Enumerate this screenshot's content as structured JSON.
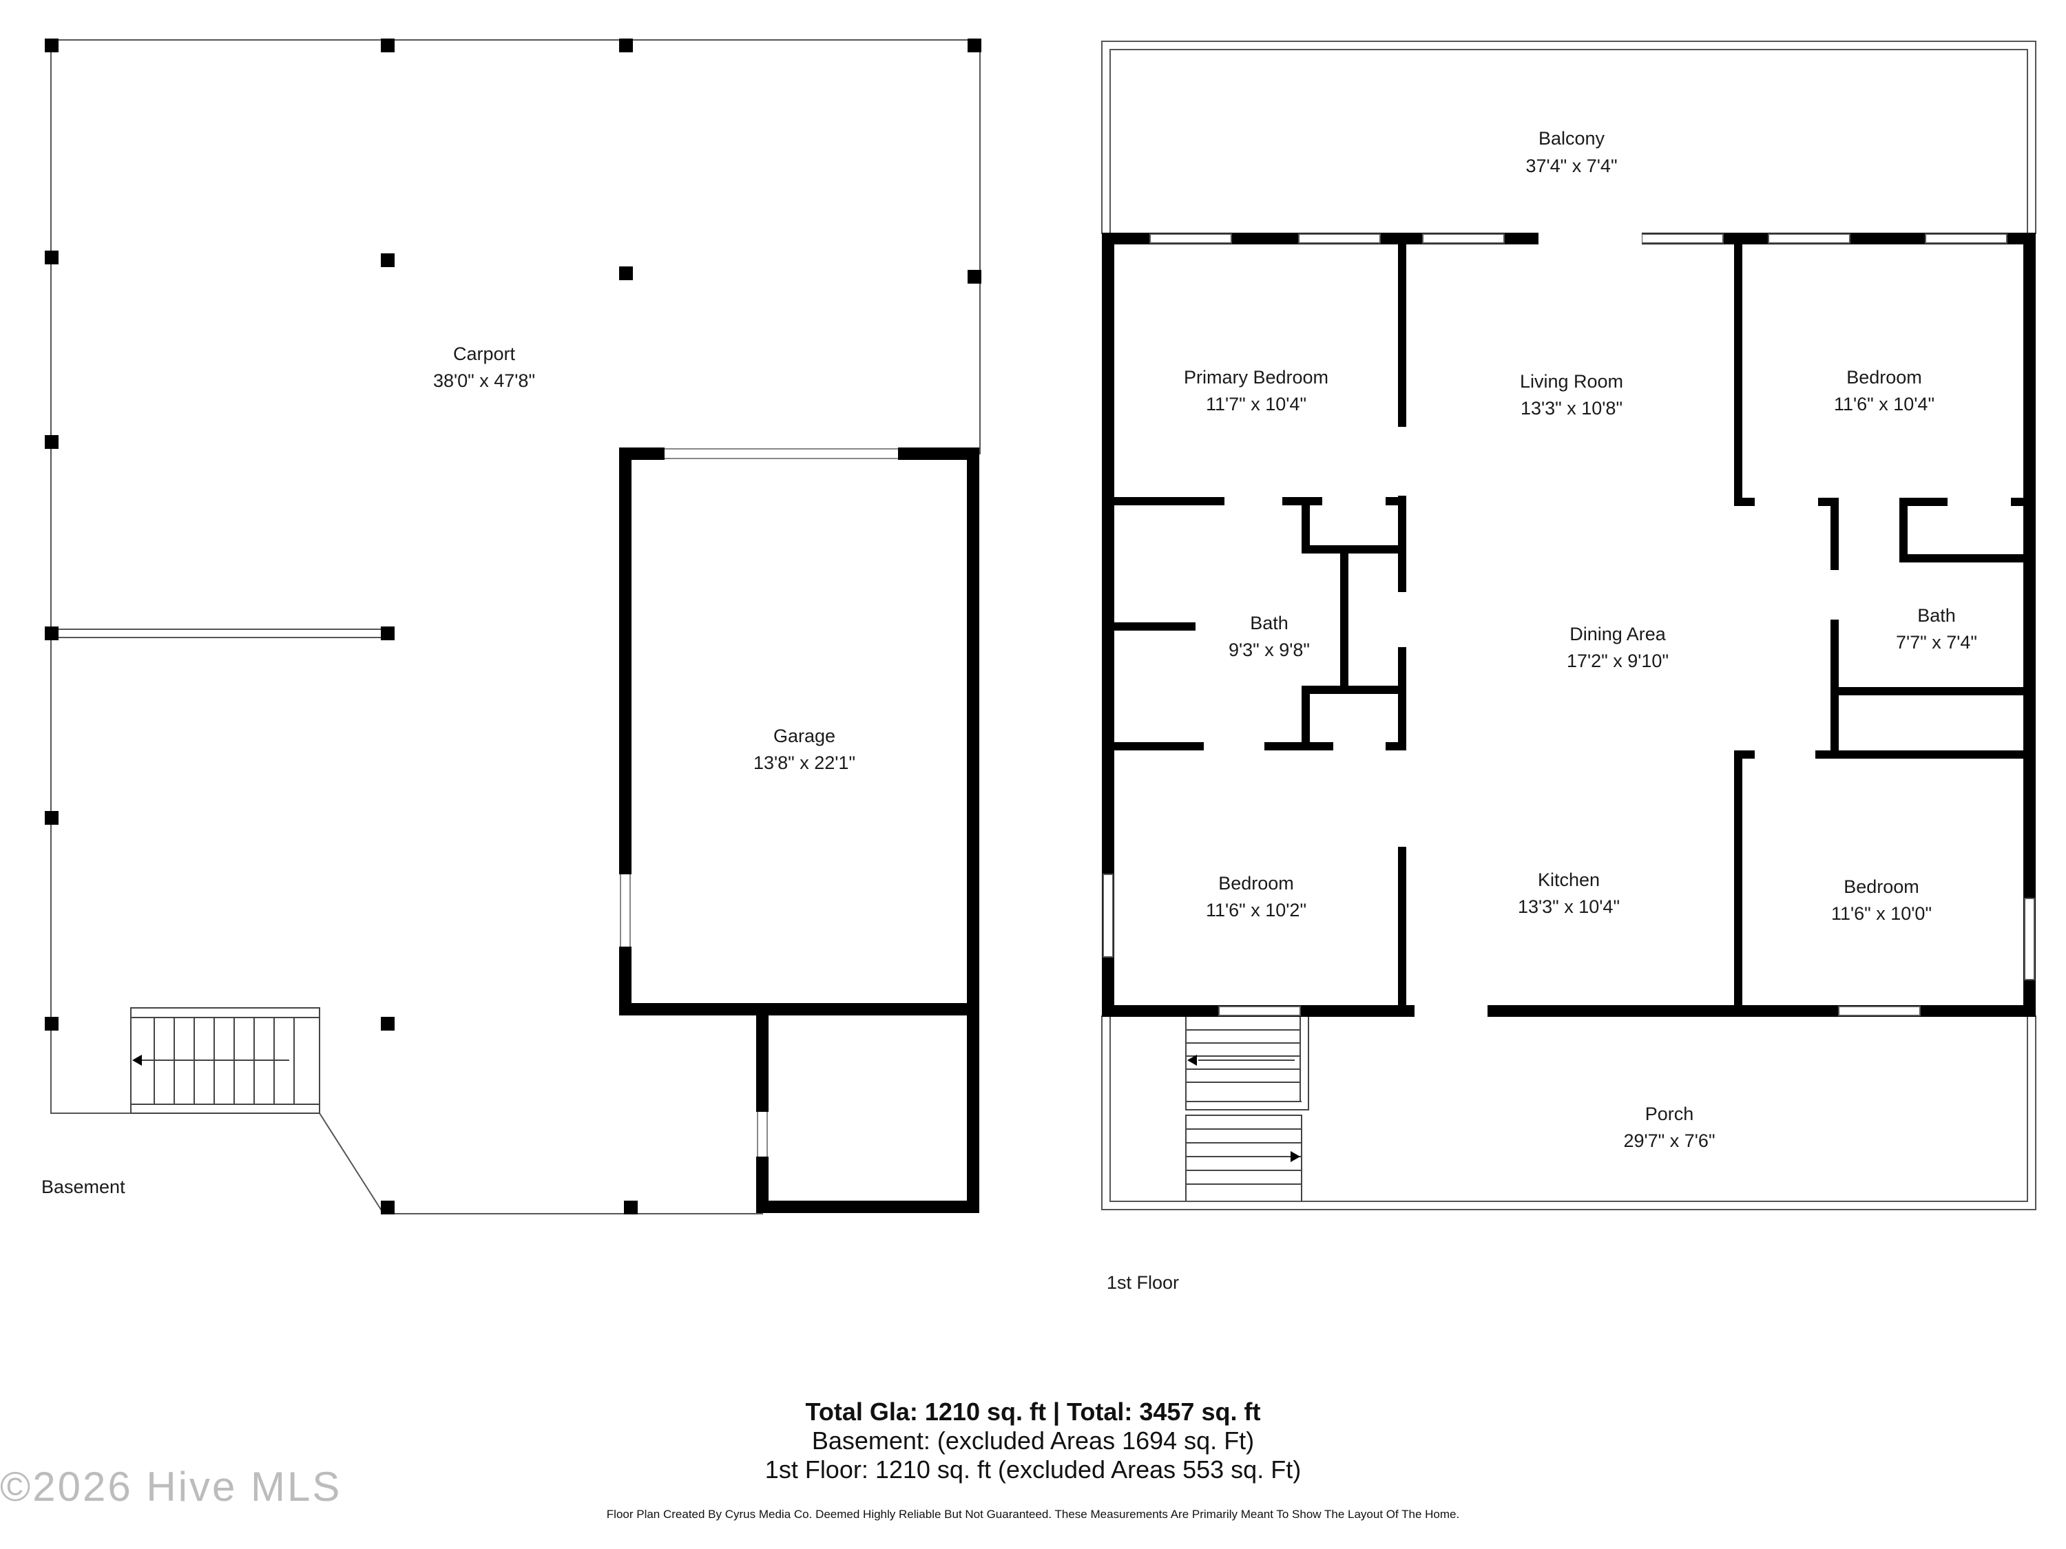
{
  "rooms": {
    "carport": {
      "name": "Carport",
      "dim": "38'0\" x 47'8\""
    },
    "garage": {
      "name": "Garage",
      "dim": "13'8\" x 22'1\""
    },
    "balcony": {
      "name": "Balcony",
      "dim": "37'4\" x 7'4\""
    },
    "primary_bedroom": {
      "name": "Primary Bedroom",
      "dim": "11'7\" x 10'4\""
    },
    "living_room": {
      "name": "Living Room",
      "dim": "13'3\" x 10'8\""
    },
    "bedroom_ne": {
      "name": "Bedroom",
      "dim": "11'6\" x 10'4\""
    },
    "bath_w": {
      "name": "Bath",
      "dim": "9'3\" x 9'8\""
    },
    "dining_area": {
      "name": "Dining Area",
      "dim": "17'2\" x 9'10\""
    },
    "bath_e": {
      "name": "Bath",
      "dim": "7'7\" x 7'4\""
    },
    "bedroom_sw": {
      "name": "Bedroom",
      "dim": "11'6\" x 10'2\""
    },
    "kitchen": {
      "name": "Kitchen",
      "dim": "13'3\" x 10'4\""
    },
    "bedroom_se": {
      "name": "Bedroom",
      "dim": "11'6\" x 10'0\""
    },
    "porch": {
      "name": "Porch",
      "dim": "29'7\" x 7'6\""
    }
  },
  "floors": {
    "basement": "Basement",
    "first": "1st Floor"
  },
  "summary": {
    "total": "Total Gla: 1210 sq. ft | Total: 3457 sq. ft",
    "basement": "Basement: (excluded Areas 1694 sq. Ft)",
    "first": "1st Floor: 1210 sq. ft (excluded Areas 553 sq. Ft)"
  },
  "disclaimer": "Floor Plan Created By Cyrus Media Co. Deemed Highly Reliable But Not Guaranteed. These Measurements Are Primarily Meant To Show The Layout Of The Home.",
  "watermark": "©2026 Hive MLS",
  "colors": {
    "wall": "#000000",
    "thin": "#555555",
    "window": "#ffffff",
    "watermark": "#bcbcbc"
  }
}
